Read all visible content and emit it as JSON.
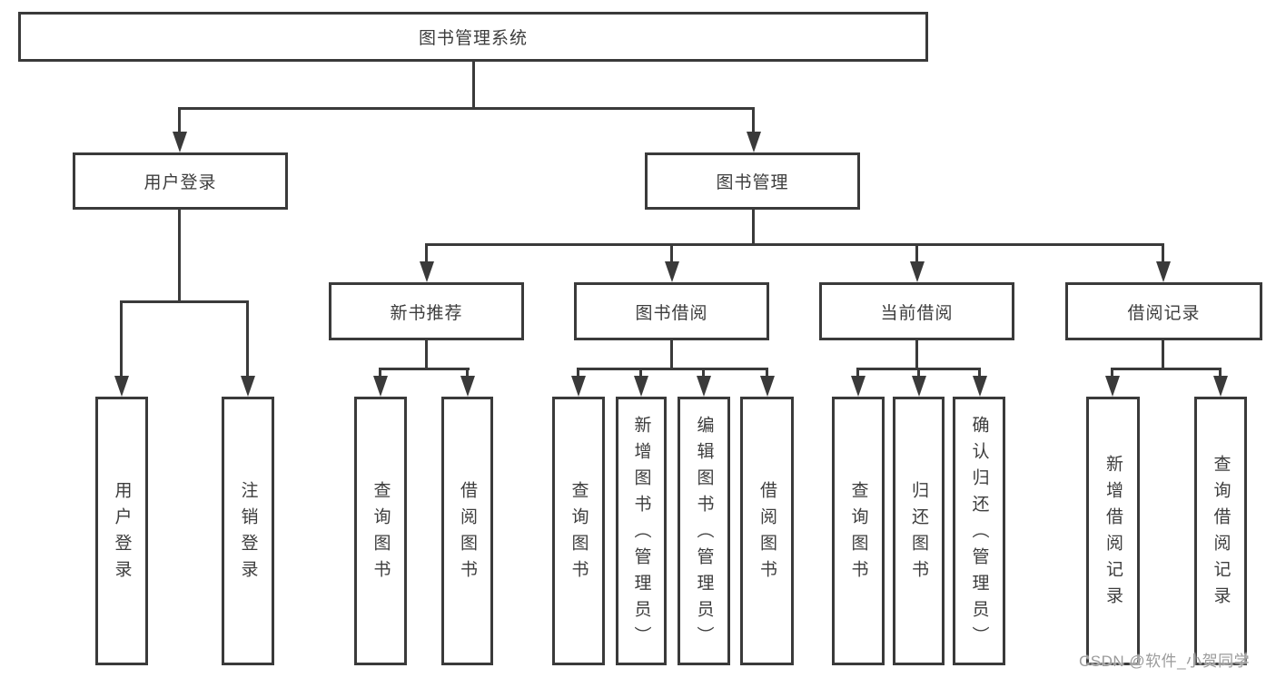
{
  "diagram": {
    "title": "图书管理系统",
    "root": {
      "label": "图书管理系统"
    },
    "level2": [
      {
        "label": "用户登录"
      },
      {
        "label": "图书管理"
      }
    ],
    "level3": [
      {
        "label": "新书推荐"
      },
      {
        "label": "图书借阅"
      },
      {
        "label": "当前借阅"
      },
      {
        "label": "借阅记录"
      }
    ],
    "leaves": {
      "user_login": [
        "用户登录",
        "注销登录"
      ],
      "new_book_recommend": [
        "查询图书",
        "借阅图书"
      ],
      "book_borrow": [
        "查询图书",
        "新增图书（管理员）",
        "编辑图书（管理员）",
        "借阅图书"
      ],
      "current_borrow": [
        "查询图书",
        "归还图书",
        "确认归还（管理员）"
      ],
      "borrow_records": [
        "新增借阅记录",
        "查询借阅记录"
      ]
    }
  },
  "watermark": "CSDN @软件_小贺同学",
  "colors": {
    "line": "#3a3a3a",
    "text": "#3d3d3d",
    "watermark": "#9b9b9b",
    "background": "#ffffff"
  }
}
